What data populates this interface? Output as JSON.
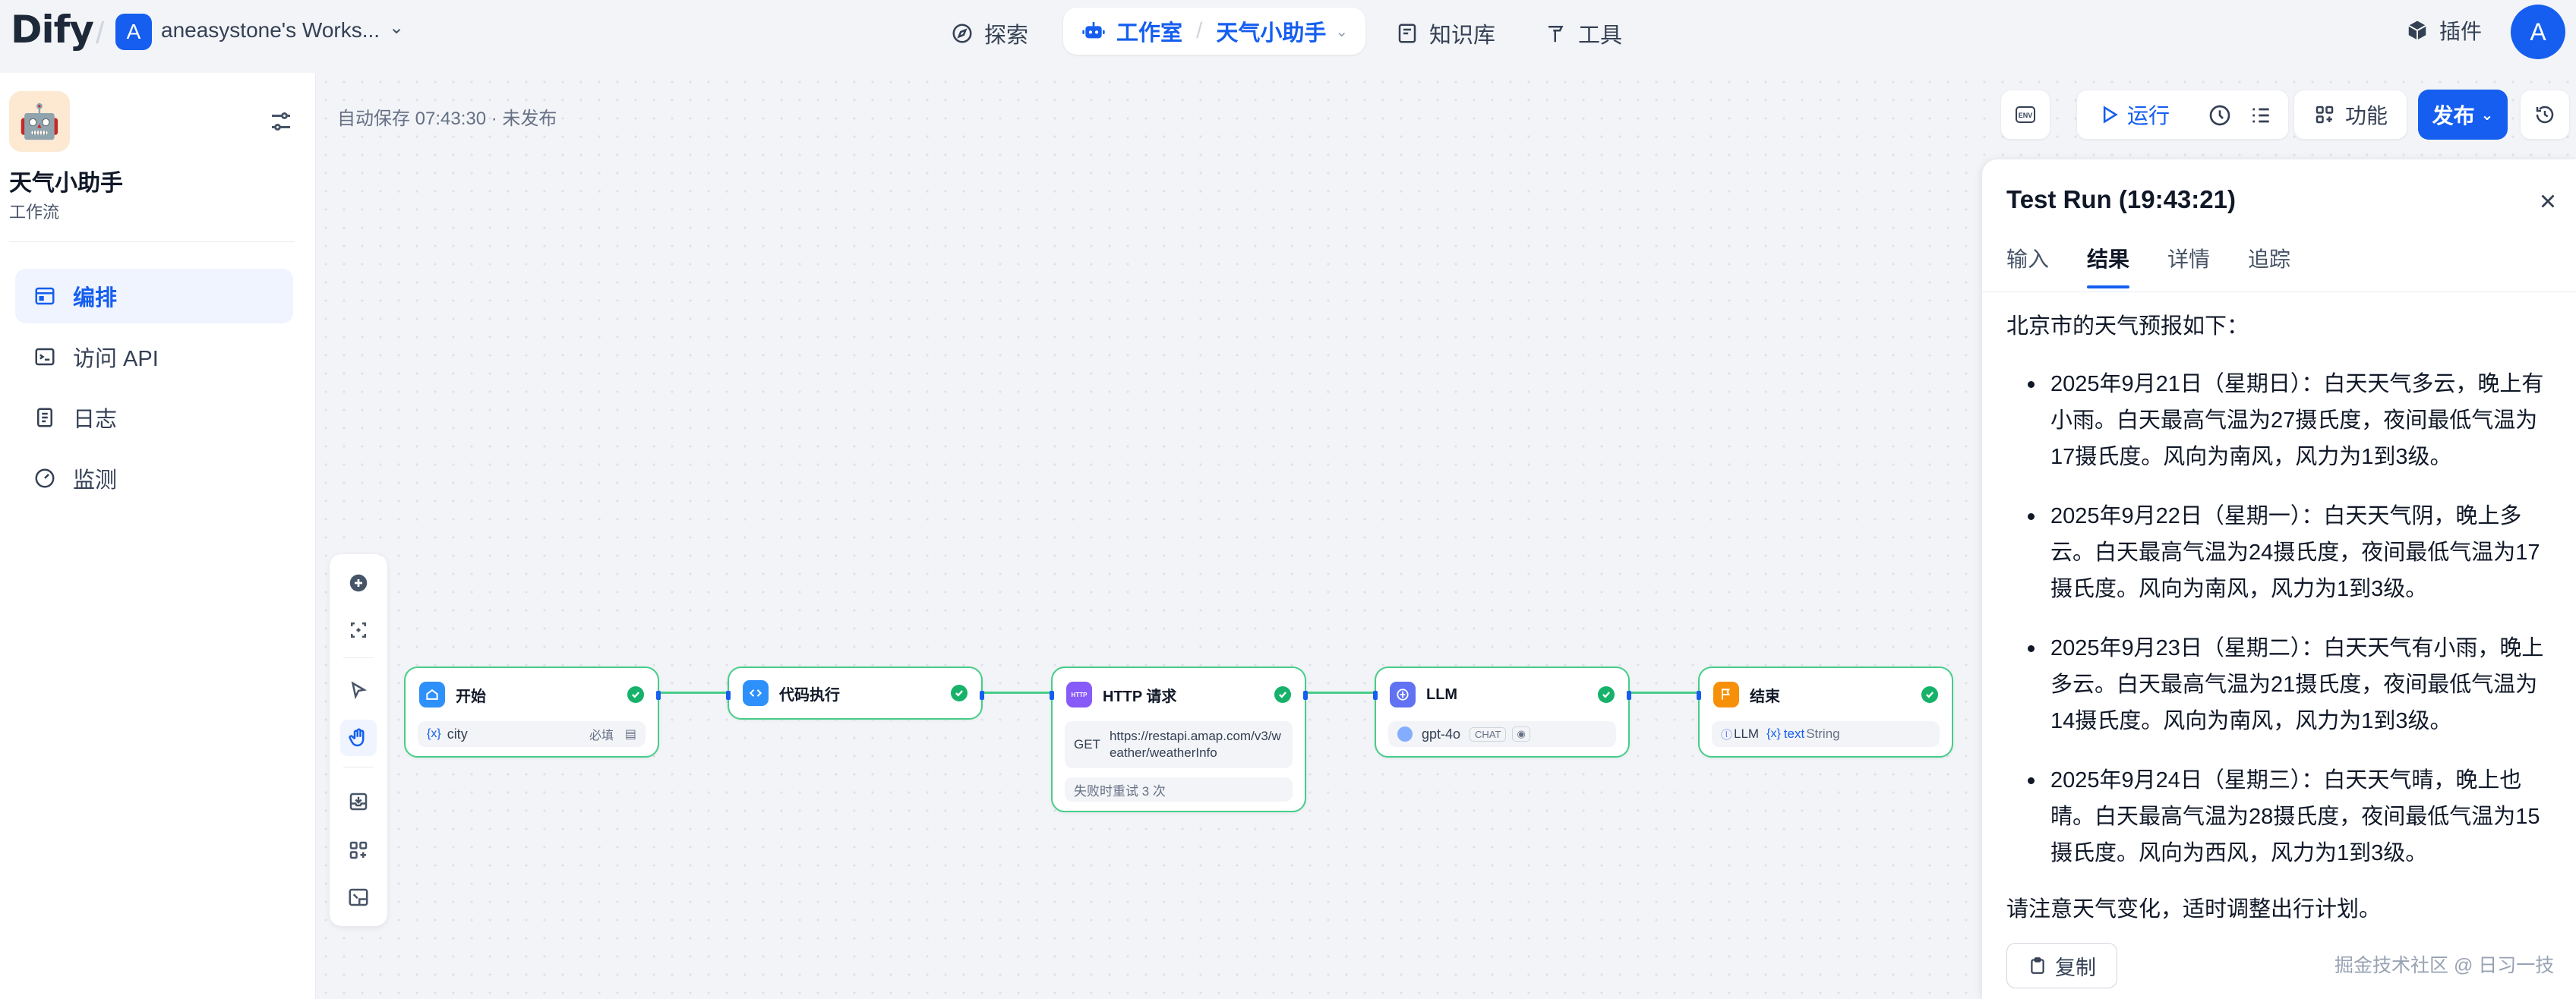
{
  "nav": {
    "logo": "Dify",
    "workspace_initial": "A",
    "workspace_name": "aneasystone's Works...",
    "explore": "探索",
    "studio": "工作室",
    "app_name": "天气小助手",
    "knowledge": "知识库",
    "tools": "工具",
    "plugins": "插件",
    "user_initial": "A"
  },
  "sidebar": {
    "app_title": "天气小助手",
    "app_type": "工作流",
    "items": [
      {
        "label": "编排",
        "active": true
      },
      {
        "label": "访问 API",
        "active": false
      },
      {
        "label": "日志",
        "active": false
      },
      {
        "label": "监测",
        "active": false
      }
    ]
  },
  "toolbar": {
    "autosave": "自动保存 07:43:30 · 未发布",
    "env": "ENV",
    "run": "运行",
    "features": "功能",
    "publish": "发布"
  },
  "nodes": {
    "start": {
      "title": "开始",
      "var": "city",
      "required": "必填"
    },
    "code": {
      "title": "代码执行"
    },
    "http": {
      "title": "HTTP 请求",
      "method": "GET",
      "url": "https://restapi.amap.com/v3/weather/weatherInfo",
      "retry": "失败时重试 3 次"
    },
    "llm": {
      "title": "LLM",
      "model": "gpt-4o",
      "mode": "CHAT"
    },
    "end": {
      "title": "结束",
      "source": "LLM",
      "var": "text",
      "type": "String"
    }
  },
  "test_run": {
    "title": "Test Run (19:43:21)",
    "tabs": [
      "输入",
      "结果",
      "详情",
      "追踪"
    ],
    "active_tab": 1,
    "intro": "北京市的天气预报如下：",
    "items": [
      "2025年9月21日（星期日）：白天天气多云，晚上有小雨。白天最高气温为27摄氏度，夜间最低气温为17摄氏度。风向为南风，风力为1到3级。",
      "2025年9月22日（星期一）：白天天气阴，晚上多云。白天最高气温为24摄氏度，夜间最低气温为17摄氏度。风向为南风，风力为1到3级。",
      "2025年9月23日（星期二）：白天天气有小雨，晚上多云。白天最高气温为21摄氏度，夜间最低气温为14摄氏度。风向为南风，风力为1到3级。",
      "2025年9月24日（星期三）：白天天气晴，晚上也晴。白天最高气温为28摄氏度，夜间最低气温为15摄氏度。风向为西风，风力为1到3级。"
    ],
    "outro": "请注意天气变化，适时调整出行计划。",
    "copy": "复制"
  },
  "watermark": "掘金技术社区 @ 日习一技",
  "colors": {
    "accent": "#155eef",
    "success": "#17b26a",
    "edge": "#47cd89"
  }
}
